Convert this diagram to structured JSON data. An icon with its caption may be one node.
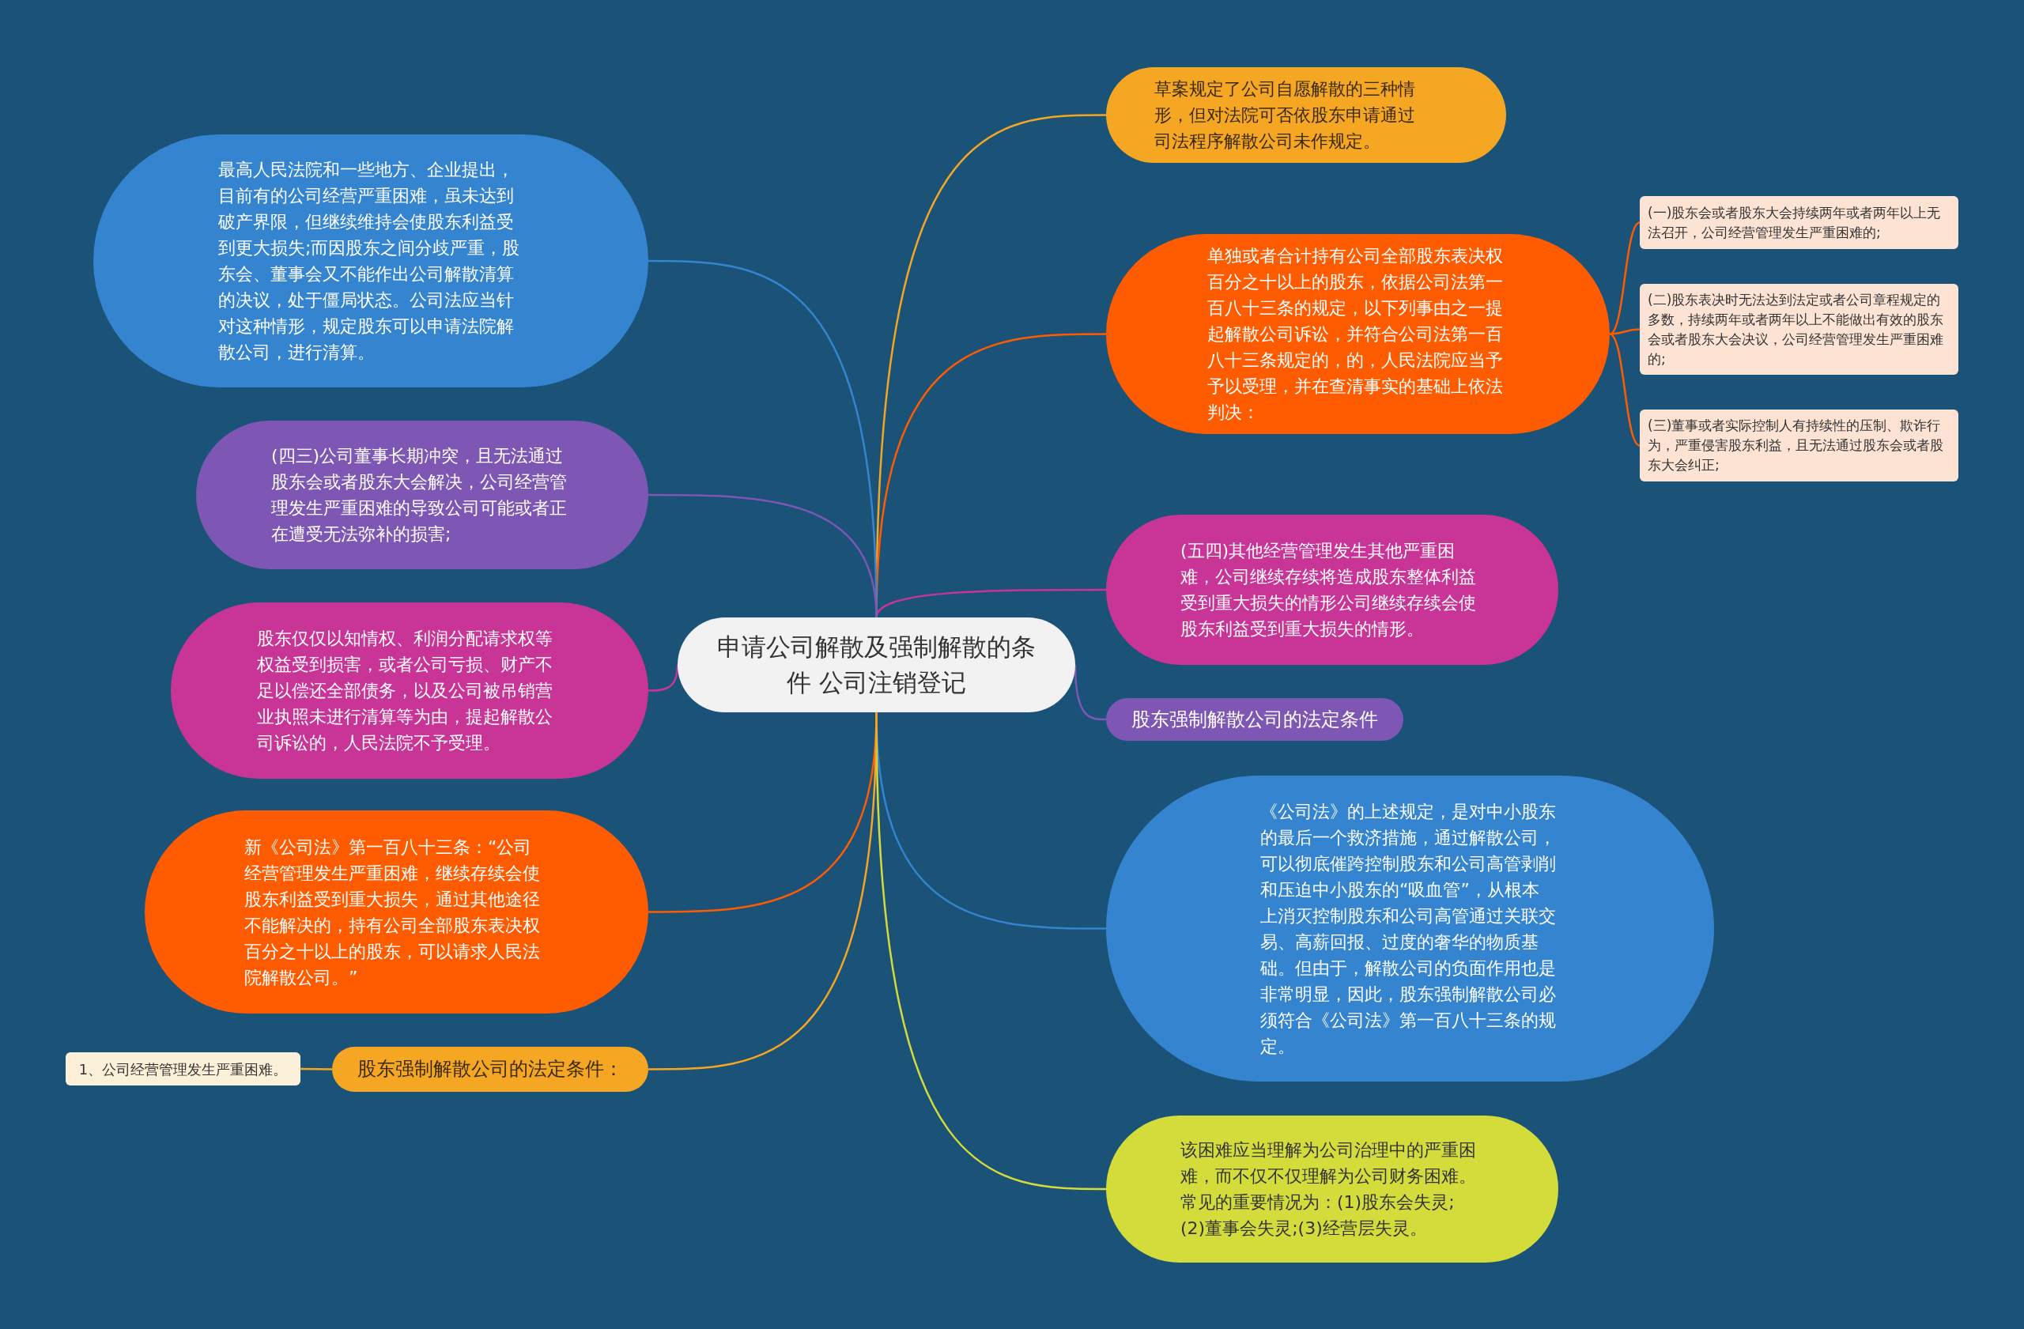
{
  "diagram": {
    "nodes": [
      {
        "text": [
          "申请公司解散及强制解散的条件 公司注销登记"
        ]
      },
      {
        "text": [
          "草案规定了公司自愿解散的三种情形，但对法院可否依股东申请通过司法程序解散公司未作规定。"
        ]
      },
      {
        "text": [
          "单独或者合计持有公司全部股东表决权百分之十以上的股东，依据公司法第一百八十三条的规定，以下列事由之一提起解散公司诉讼，并符合公司法第一百八十三条规定的，的，人民法院应当予予以受理，并在查清事实的基础上依法判决："
        ]
      },
      {
        "text": [
          "(一)股东会或者股东大会持续两年或者两年以上无法召开，公司经营管理发生严重困难的;"
        ]
      },
      {
        "text": [
          "(二)股东表决时无法达到法定或者公司章程规定的多数，持续两年或者两年以上不能做出有效的股东会或者股东大会决议，公司经营管理发生严重困难的;"
        ]
      },
      {
        "text": [
          "(三)董事或者实际控制人有持续性的压制、欺诈行为，严重侵害股东利益，且无法通过股东会或者股东大会纠正;"
        ]
      },
      {
        "text": [
          "(五四)其他经营管理发生其他严重困难，公司继续存续将造成股东整体利益受到重大损失的情形公司继续存续会使股东利益受到重大损失的情形。"
        ]
      },
      {
        "text": [
          "股东强制解散公司的法定条件"
        ]
      },
      {
        "text": [
          "《公司法》的上述规定，是对中小股东的最后一个救济措施，通过解散公司，可以彻底催跨控制股东和公司高管剥削和压迫中小股东的“吸血管”，从根本上消灭控制股东和公司高管通过关联交易、高薪回报、过度的奢华的物质基础。但由于，解散公司的负面作用也是非常明显，因此，股东强制解散公司必须符合《公司法》第一百八十三条的规定。"
        ]
      },
      {
        "text": [
          "该困难应当理解为公司治理中的严重困难，而不仅不仅理解为公司财务困难。常见的重要情况为：(1)股东会失灵;(2)董事会失灵;(3)经营层失灵。"
        ]
      },
      {
        "text": [
          "最高人民法院和一些地方、企业提出，目前有的公司经营严重困难，虽未达到破产界限，但继续维持会使股东利益受到更大损失;而因股东之间分歧严重，股东会、董事会又不能作出公司解散清算的决议，处于僵局状态。公司法应当针对这种情形，规定股东可以申请法院解散公司，进行清算。"
        ]
      },
      {
        "text": [
          "(四三)公司董事长期冲突，且无法通过股东会或者股东大会解决，公司经营管理发生严重困难的导致公司可能或者正在遭受无法弥补的损害;"
        ]
      },
      {
        "text": [
          "股东仅仅以知情权、利润分配请求权等权益受到损害，或者公司亏损、财产不足以偿还全部债务，以及公司被吊销营业执照未进行清算等为由，提起解散公司诉讼的，人民法院不予受理。"
        ]
      },
      {
        "text": [
          "新《公司法》第一百八十三条：“公司经营管理发生严重困难，继续存续会使股东利益受到重大损失，通过其他途径不能解决的，持有公司全部股东表决权百分之十以上的股东，可以请求人民法院解散公司。”"
        ]
      },
      {
        "text": [
          "股东强制解散公司的法定条件："
        ]
      },
      {
        "text": [
          "1、公司经营管理发生严重困难。"
        ]
      }
    ],
    "edges": [
      {
        "from": 0,
        "to": 1,
        "arrow": "none",
        "color": "#f5a623"
      },
      {
        "from": 0,
        "to": 2,
        "arrow": "none",
        "color": "#ff5b00"
      },
      {
        "from": 2,
        "to": 3,
        "arrow": "none",
        "color": "#ff5b00"
      },
      {
        "from": 2,
        "to": 4,
        "arrow": "none",
        "color": "#ff5b00"
      },
      {
        "from": 2,
        "to": 5,
        "arrow": "none",
        "color": "#ff5b00"
      },
      {
        "from": 0,
        "to": 6,
        "arrow": "none",
        "color": "#c93497"
      },
      {
        "from": 0,
        "to": 7,
        "arrow": "none",
        "color": "#7e57b5"
      },
      {
        "from": 0,
        "to": 8,
        "arrow": "none",
        "color": "#3484d0"
      },
      {
        "from": 0,
        "to": 9,
        "arrow": "none",
        "color": "#d4dc3b"
      },
      {
        "from": 0,
        "to": 10,
        "arrow": "none",
        "color": "#3484d0"
      },
      {
        "from": 0,
        "to": 11,
        "arrow": "none",
        "color": "#7e57b5"
      },
      {
        "from": 0,
        "to": 12,
        "arrow": "none",
        "color": "#c93497"
      },
      {
        "from": 0,
        "to": 13,
        "arrow": "none",
        "color": "#ff5b00"
      },
      {
        "from": 0,
        "to": 14,
        "arrow": "none",
        "color": "#f5a623"
      },
      {
        "from": 14,
        "to": 15,
        "arrow": "none",
        "color": "#f5a623"
      }
    ]
  }
}
